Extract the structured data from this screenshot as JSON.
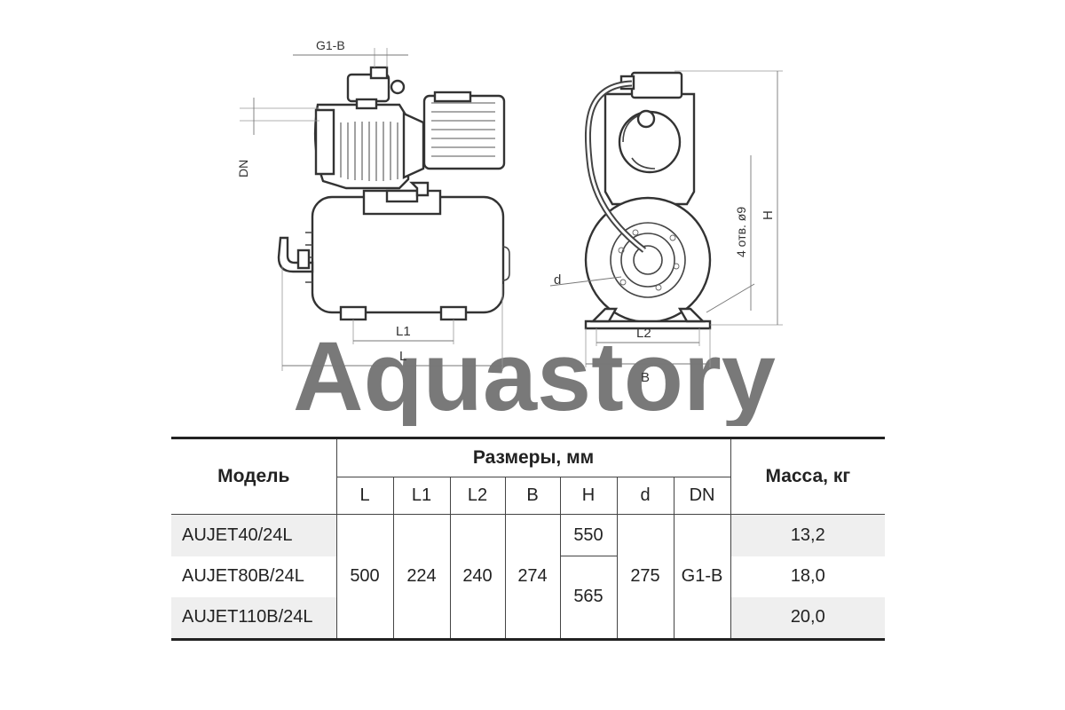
{
  "watermark": "Aquastory",
  "drawing": {
    "labels": {
      "g1b": "G1-B",
      "dn": "DN",
      "l1": "L1",
      "l": "L",
      "d": "d",
      "holes": "4 отв. ø9",
      "h": "H",
      "l2": "L2",
      "b": "B"
    }
  },
  "table": {
    "model_header": "Модель",
    "dims_header": "Размеры, мм",
    "mass_header": "Масса, кг",
    "dim_columns": [
      "L",
      "L1",
      "L2",
      "B",
      "H",
      "d",
      "DN"
    ],
    "shared": {
      "L": "500",
      "L1": "224",
      "L2": "240",
      "B": "274",
      "d": "275",
      "DN": "G1-B"
    },
    "h_values": [
      "550",
      "565"
    ],
    "rows": [
      {
        "model": "AUJET40/24L",
        "mass": "13,2"
      },
      {
        "model": "AUJET80B/24L",
        "mass": "18,0"
      },
      {
        "model": "AUJET110B/24L",
        "mass": "20,0"
      }
    ]
  }
}
